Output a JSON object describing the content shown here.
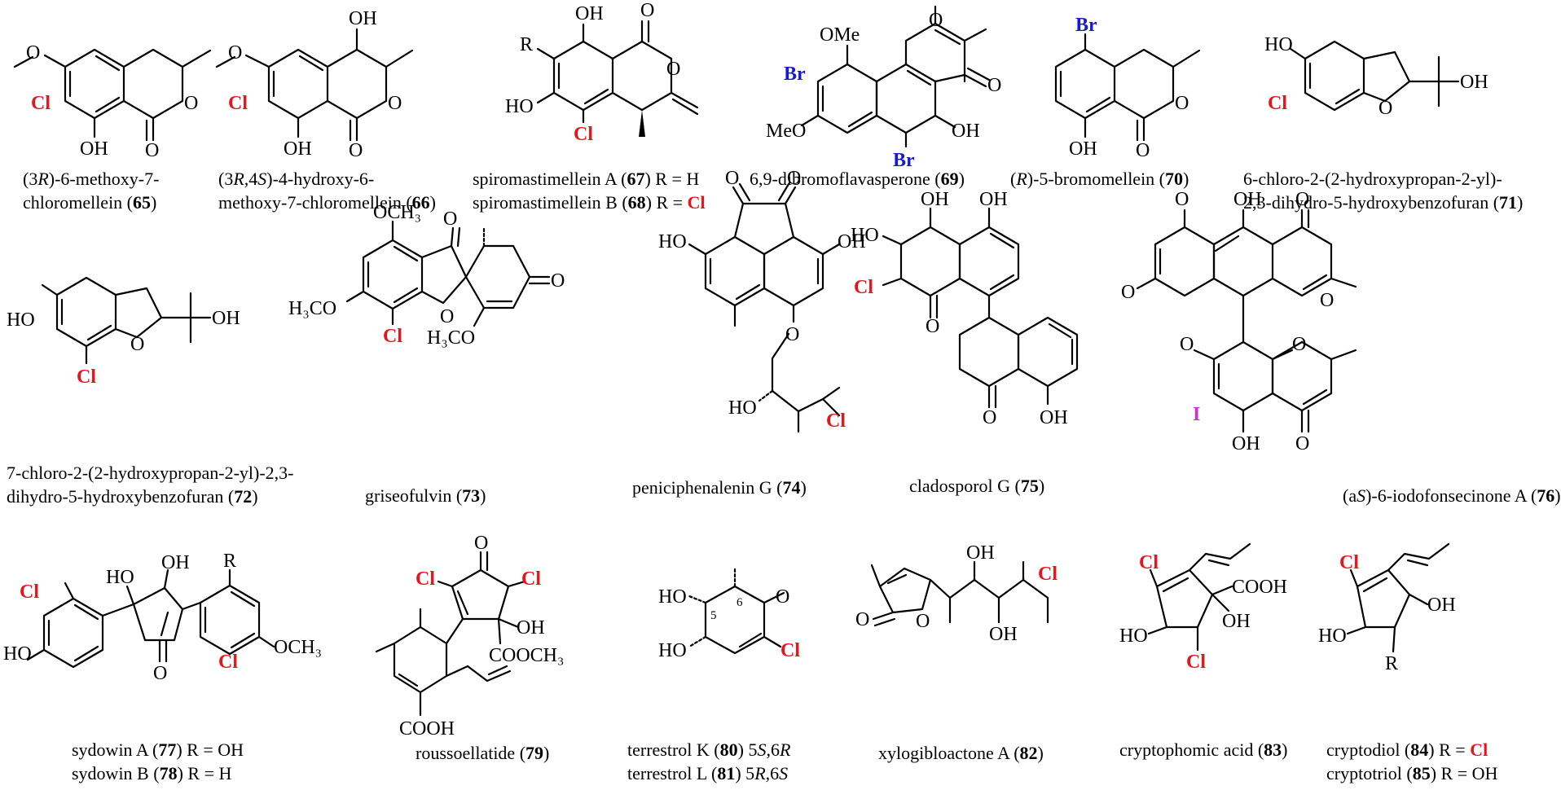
{
  "compounds": [
    {
      "id": "65",
      "lines": [
        {
          "pre": "(3",
          "it": "R",
          "post": ")-6-methoxy-7-"
        },
        {
          "pre": "chloromellein (",
          "num": "65",
          "post": ")"
        }
      ]
    },
    {
      "id": "66",
      "lines": [
        {
          "pre": "(3",
          "it": "R",
          "mid": ",4",
          "it2": "S",
          "post": ")-4-hydroxy-6-"
        },
        {
          "pre": "methoxy-7-chloromellein (",
          "num": "66",
          "post": ")"
        }
      ]
    },
    {
      "id": "67",
      "lines": [
        {
          "pre": "spiromastimellein A (",
          "num": "67",
          "post": ") R = H"
        },
        {
          "pre": "spiromastimellein B (",
          "num": "68",
          "post": ") R = ",
          "red": "Cl"
        }
      ]
    },
    {
      "id": "69",
      "lines": [
        {
          "pre": "6,9-dibromoflavasperone (",
          "num": "69",
          "post": ")"
        }
      ]
    },
    {
      "id": "70",
      "lines": [
        {
          "pre": "(",
          "it": "R",
          "post": ")-5-bromomellein (",
          "num": "70",
          "post2": ")"
        }
      ]
    },
    {
      "id": "71",
      "lines": [
        {
          "pre": "6-chloro-2-(2-hydroxypropan-2-yl)-"
        },
        {
          "pre": "2,3-dihydro-5-hydroxybenzofuran (",
          "num": "71",
          "post": ")"
        }
      ]
    },
    {
      "id": "72",
      "lines": [
        {
          "pre": "7-chloro-2-(2-hydroxypropan-2-yl)-2,3-"
        },
        {
          "pre": "dihydro-5-hydroxybenzofuran (",
          "num": "72",
          "post": ")"
        }
      ]
    },
    {
      "id": "73",
      "lines": [
        {
          "pre": "griseofulvin (",
          "num": "73",
          "post": ")"
        }
      ]
    },
    {
      "id": "74",
      "lines": [
        {
          "pre": "peniciphenalenin G (",
          "num": "74",
          "post": ")"
        }
      ]
    },
    {
      "id": "75",
      "lines": [
        {
          "pre": "cladosporol G (",
          "num": "75",
          "post": ")"
        }
      ]
    },
    {
      "id": "76",
      "lines": [
        {
          "pre": "(a",
          "it": "S",
          "post": ")-6-iodofonsecinone A (",
          "num": "76",
          "post2": ")"
        }
      ]
    },
    {
      "id": "77",
      "lines": [
        {
          "pre": "sydowin A (",
          "num": "77",
          "post": ") R = OH"
        },
        {
          "pre": "sydowin B (",
          "num": "78",
          "post": ") R = H"
        }
      ]
    },
    {
      "id": "79",
      "lines": [
        {
          "pre": "roussoellatide (",
          "num": "79",
          "post": ")"
        }
      ]
    },
    {
      "id": "80",
      "lines": [
        {
          "pre": "terrestrol K (",
          "num": "80",
          "post": ") 5",
          "it": "S",
          "mid": ",6",
          "it2": "R"
        },
        {
          "pre": "terrestrol L (",
          "num": "81",
          "post": ") 5",
          "it": "R",
          "mid": ",6",
          "it2": "S"
        }
      ]
    },
    {
      "id": "82",
      "lines": [
        {
          "pre": "xylogibloactone A (",
          "num": "82",
          "post": ")"
        }
      ]
    },
    {
      "id": "83",
      "lines": [
        {
          "pre": "cryptophomic acid (",
          "num": "83",
          "post": ")"
        }
      ]
    },
    {
      "id": "84",
      "lines": [
        {
          "pre": "cryptodiol (",
          "num": "84",
          "post": ") R = ",
          "red": "Cl"
        },
        {
          "pre": "cryptotriol (",
          "num": "85",
          "post": ") R = OH"
        }
      ]
    }
  ],
  "atoms": {
    "OH": "OH",
    "HO": "HO",
    "O": "O",
    "Cl": "Cl",
    "Br": "Br",
    "I": "I",
    "R": "R",
    "OMe": "OMe",
    "MeO": "MeO",
    "OCH3": "OCH₃",
    "H3CO": "H₃CO",
    "COOH": "COOH",
    "COOCH3": "COOCH₃",
    "n5": "5",
    "n6": "6"
  },
  "colors": {
    "chlorine": "#e8141c",
    "bromine": "#1a1acd",
    "iodine": "#d030d0",
    "ink": "#000000"
  }
}
